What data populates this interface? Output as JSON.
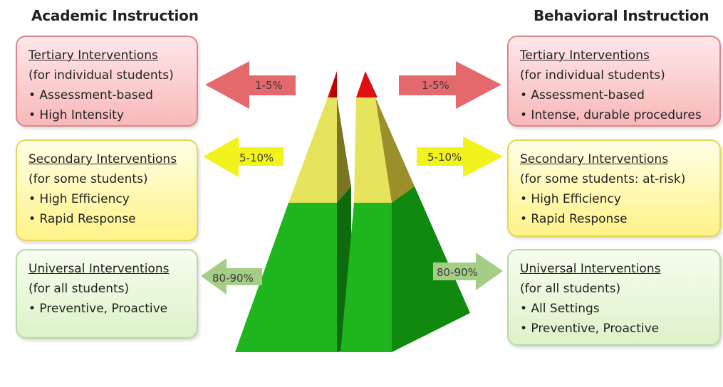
{
  "headings": {
    "academic": {
      "bold_part": "Academic",
      "rest": " Instruction"
    },
    "behavioral": "Behavioral Instruction"
  },
  "academic": {
    "tertiary": {
      "title": "Tertiary Interventions",
      "sub": "(for individual students)",
      "items": [
        "• Assessment-based",
        "• High Intensity"
      ]
    },
    "secondary": {
      "title": "Secondary Interventions",
      "sub": "(for some students)",
      "items": [
        "• High Efficiency",
        "• Rapid Response"
      ]
    },
    "universal": {
      "title": "Universal Interventions",
      "sub": "(for all students)",
      "items": [
        "• Preventive, Proactive"
      ]
    }
  },
  "behavioral": {
    "tertiary": {
      "title": "Tertiary Interventions",
      "sub": "(for individual students)",
      "items": [
        "• Assessment-based",
        "• Intense, durable procedures"
      ]
    },
    "secondary": {
      "title": "Secondary Interventions",
      "sub": "(for some students: at-risk)",
      "items": [
        "•  High Efficiency",
        "•  Rapid Response"
      ]
    },
    "universal": {
      "title": "Universal Interventions",
      "sub": "(for all students)",
      "items": [
        "• All Settings",
        "• Preventive, Proactive"
      ]
    }
  },
  "arrows": {
    "tertiary": "1-5%",
    "secondary": "5-10%",
    "universal": "80-90%"
  },
  "colors": {
    "red_arrow": "#e4696c",
    "yellow_arrow": "#f2f21c",
    "green_arrow": "#a5cd85",
    "pyramid_red": "#e01010",
    "pyramid_yellow": "#e6e35c",
    "pyramid_green": "#18a818"
  }
}
